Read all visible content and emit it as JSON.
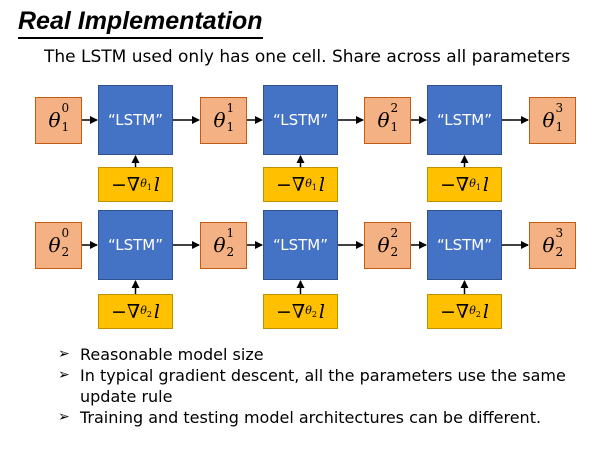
{
  "title": "Real Implementation",
  "subtitle": "The LSTM used only has one cell. Share across all parameters",
  "lstm_label": "“LSTM”",
  "rows": [
    {
      "thetas": [
        {
          "sym": "θ",
          "sub": "1",
          "sup": "0"
        },
        {
          "sym": "θ",
          "sub": "1",
          "sup": "1"
        },
        {
          "sym": "θ",
          "sub": "1",
          "sup": "2"
        },
        {
          "sym": "θ",
          "sub": "1",
          "sup": "3"
        }
      ],
      "grad": {
        "prefix": "−∇",
        "sub": "θ",
        "subsub": "1",
        "var": "l"
      }
    },
    {
      "thetas": [
        {
          "sym": "θ",
          "sub": "2",
          "sup": "0"
        },
        {
          "sym": "θ",
          "sub": "2",
          "sup": "1"
        },
        {
          "sym": "θ",
          "sub": "2",
          "sup": "2"
        },
        {
          "sym": "θ",
          "sub": "2",
          "sup": "3"
        }
      ],
      "grad": {
        "prefix": "−∇",
        "sub": "θ",
        "subsub": "2",
        "var": "l"
      }
    }
  ],
  "bullets": [
    "Reasonable model size",
    "In typical gradient descent, all the parameters use the same update rule",
    "Training and testing model architectures can be different."
  ],
  "colors": {
    "theta_fill": "#f4b183",
    "lstm_fill": "#4472c4",
    "grad_fill": "#ffc000"
  }
}
